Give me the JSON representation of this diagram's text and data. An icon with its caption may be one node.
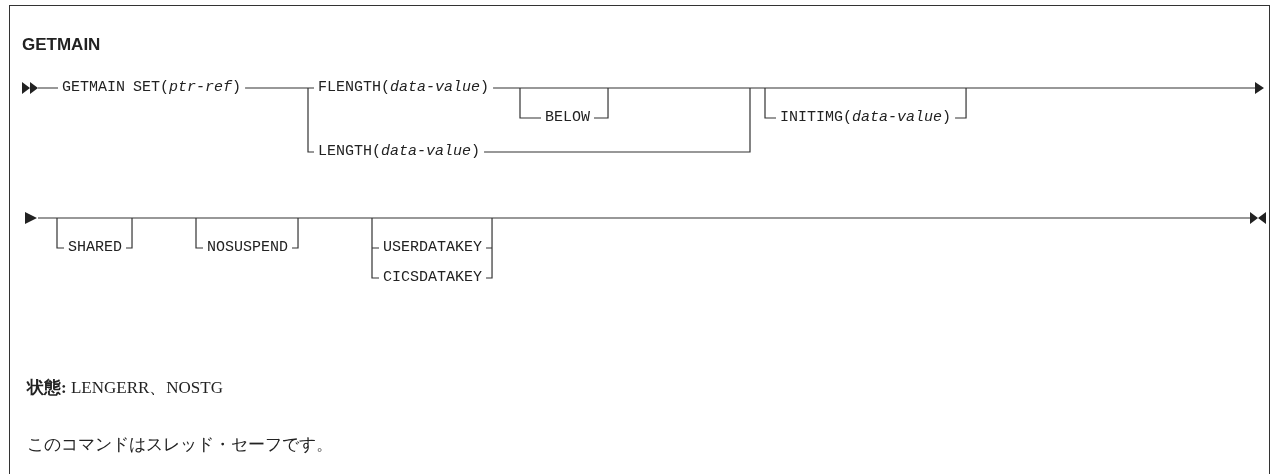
{
  "diagram": {
    "title": "GETMAIN",
    "labels": [
      "GETMAIN",
      "SET(*ptr-ref*)",
      "FLENGTH(*data-value*)",
      "BELOW",
      "LENGTH(*data-value*)",
      "INITIMG(*data-value*)",
      "SHARED",
      "NOSUSPEND",
      "USERDATAKEY",
      "CICSDATAKEY",
      "**状態:** LENGERR、NOSTG",
      "このコマンドはスレッド・セーフです。"
    ]
  }
}
